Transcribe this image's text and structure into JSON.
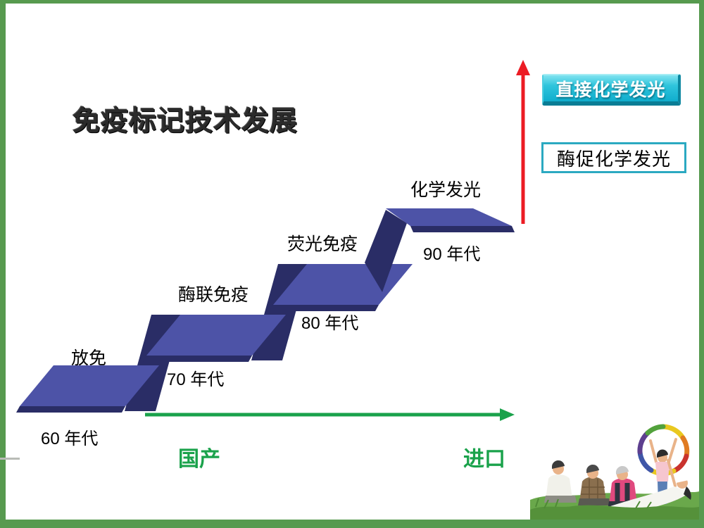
{
  "slide": {
    "title": "免疫标记技术发展",
    "title_color": "#2b2b2b",
    "frame_color": "#579a4f",
    "background": "#ffffff"
  },
  "staircase": {
    "face_color": "#4d53a7",
    "edge_color": "#2a2d66",
    "steps": [
      {
        "label": "放免",
        "era": "60 年代"
      },
      {
        "label": "酶联免疫",
        "era": "70 年代"
      },
      {
        "label": "荧光免疫",
        "era": "80 年代"
      },
      {
        "label": "化学发光",
        "era": "90 年代"
      }
    ]
  },
  "timeline_axis": {
    "color": "#1aa24b",
    "left_label": "国产",
    "right_label": "进口"
  },
  "tech_arrow": {
    "color": "#ec1c24"
  },
  "callouts": {
    "direct": {
      "text": "直接化学发光",
      "bg": "#18b2d0",
      "text_color": "#ffffff"
    },
    "enzymatic": {
      "text": "酶促化学发光",
      "border_color": "#2ba9c1",
      "text_color": "#000000"
    }
  },
  "photo": {
    "alt": "family sitting on grass, girl holding colorful hula hoop"
  }
}
